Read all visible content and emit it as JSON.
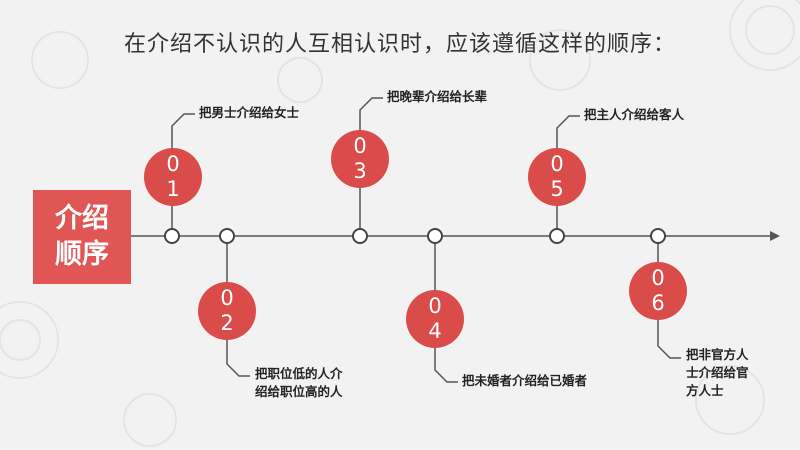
{
  "title": "在介绍不认识的人互相认识时，应该遵循这样的顺序：",
  "side_box": {
    "line1": "介绍",
    "line2": "顺序"
  },
  "steps": [
    {
      "digit1": "0",
      "digit2": "1",
      "label": "把男士介绍给女士"
    },
    {
      "digit1": "0",
      "digit2": "2",
      "label_line1": "把职位低的人介",
      "label_line2": "绍给职位高的人"
    },
    {
      "digit1": "0",
      "digit2": "3",
      "label": "把晚辈介绍给长辈"
    },
    {
      "digit1": "0",
      "digit2": "4",
      "label": "把未婚者介绍给已婚者"
    },
    {
      "digit1": "0",
      "digit2": "5",
      "label": "把主人介绍给客人"
    },
    {
      "digit1": "0",
      "digit2": "6",
      "label_line1": "把非官方人",
      "label_line2": "士介绍给官",
      "label_line3": "方人士"
    }
  ],
  "colors": {
    "accent": "#e05654",
    "circle": "#d94c4a",
    "line": "#555555",
    "background": "#f2f2f2"
  }
}
